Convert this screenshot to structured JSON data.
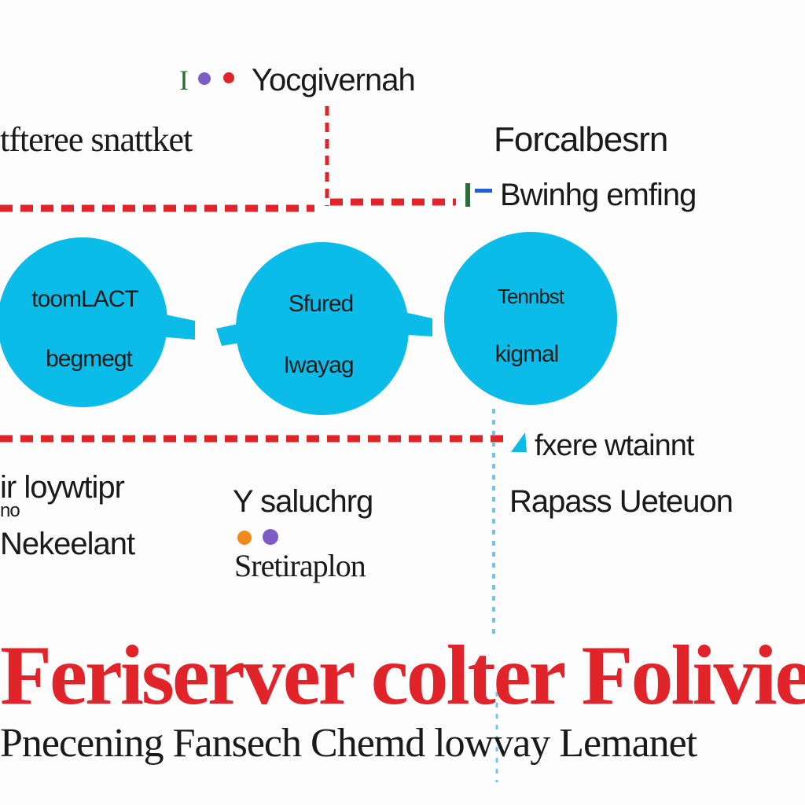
{
  "colors": {
    "node_fill": "#0bbbe8",
    "connector_red": "#e0242a",
    "connector_blue": "#78c2e6",
    "title_red": "#e0242a",
    "text_dark": "#1a1a1a",
    "legend_dot_purple": "#7d5cc8",
    "legend_dot_red": "#e0242a",
    "legend_dot_orange": "#f08a1c",
    "marker_green": "#2c6e3a",
    "marker_blue": "#2a5bd6"
  },
  "header": {
    "label": "Yocgivernah",
    "badge": "I"
  },
  "labels": {
    "top_left": "tfteree snattket",
    "top_right": "Forcalbesrn",
    "right_mid": "Bwinhg emfing",
    "mid_right": "fxere wtainnt",
    "lower_right": "Rapass Ueteuon",
    "lower_left_1": "ir loywtipr",
    "lower_left_2": "no",
    "lower_left_3": "Nekeelant",
    "lower_mid_1": "Y saluchrg",
    "lower_mid_2": "Sretiraplon"
  },
  "nodes": [
    {
      "line1": "toomLACT",
      "line2": "begmegt"
    },
    {
      "line1": "Sfured",
      "line2": "Iwayag"
    },
    {
      "line1": "Tennbst",
      "line2": "kigmal"
    }
  ],
  "footer": {
    "title": "Feriserver colter Folivier",
    "subtitle": "Pnecening Fansech Chemd lowvay Lemanet"
  }
}
